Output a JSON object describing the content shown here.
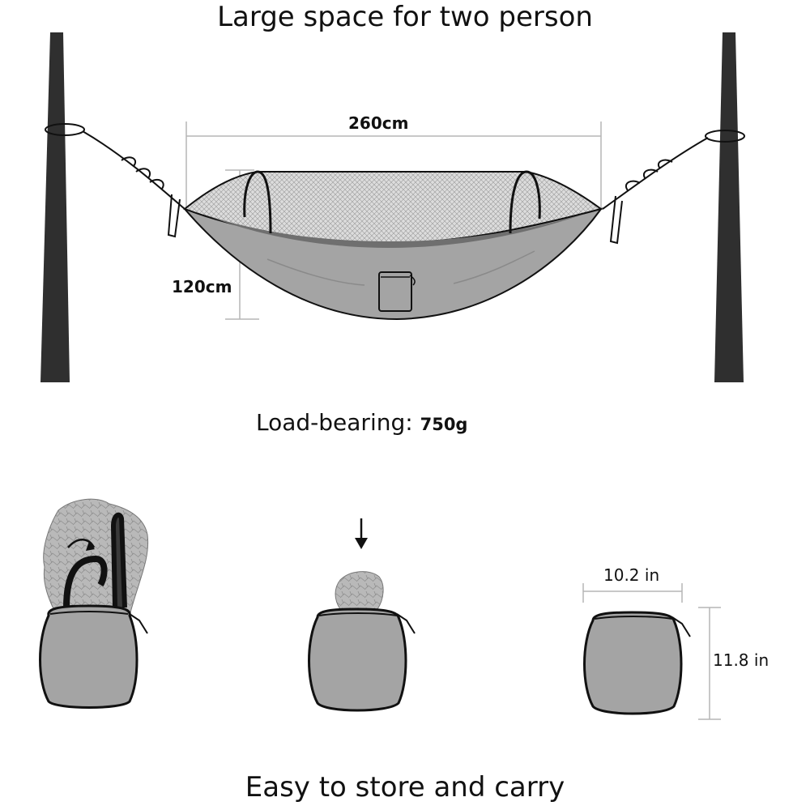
{
  "header": {
    "title": "Large space for two person"
  },
  "hammock": {
    "width_label": "260cm",
    "height_label": "120cm"
  },
  "load": {
    "label": "Load-bearing:",
    "value": "750g"
  },
  "storage": {
    "bag_width_label": "10.2 in",
    "bag_height_label": "11.8 in"
  },
  "footer": {
    "caption": "Easy to store and carry"
  },
  "colors": {
    "tree": "#2f2f2f",
    "fabric": "#a4a4a4",
    "fabric_dark": "#8c8c8c",
    "mesh": "#d9d9d9",
    "dimension_line": "#b5b5b5"
  }
}
